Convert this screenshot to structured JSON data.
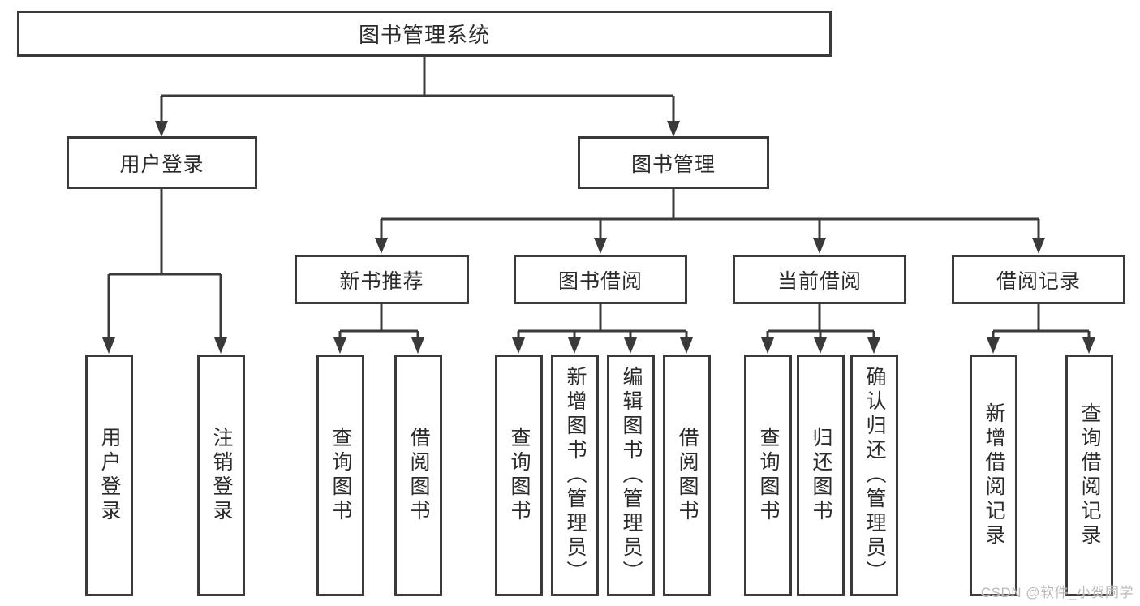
{
  "diagram_title": "图书管理系统",
  "tree": {
    "root": {
      "label": "图书管理系统",
      "children": [
        {
          "label": "用户登录",
          "children": [
            {
              "label": "用户登录"
            },
            {
              "label": "注销登录"
            }
          ]
        },
        {
          "label": "图书管理",
          "children": [
            {
              "label": "新书推荐",
              "children": [
                {
                  "label": "查询图书"
                },
                {
                  "label": "借阅图书"
                }
              ]
            },
            {
              "label": "图书借阅",
              "children": [
                {
                  "label": "查询图书"
                },
                {
                  "label": "新增图书（管理员）"
                },
                {
                  "label": "编辑图书（管理员）"
                },
                {
                  "label": "借阅图书"
                }
              ]
            },
            {
              "label": "当前借阅",
              "children": [
                {
                  "label": "查询图书"
                },
                {
                  "label": "归还图书"
                },
                {
                  "label": "确认归还（管理员）"
                }
              ]
            },
            {
              "label": "借阅记录",
              "children": [
                {
                  "label": "新增借阅记录"
                },
                {
                  "label": "查询借阅记录"
                }
              ]
            }
          ]
        }
      ]
    }
  },
  "watermark": {
    "text": "CSDN @软件_小贺同学"
  },
  "colors": {
    "background": "#ffffff",
    "box_border": "#3a3a3a",
    "connector_line": "#3a3a3a",
    "text": "#2b2b2b",
    "watermark": "#b9b9b9"
  }
}
